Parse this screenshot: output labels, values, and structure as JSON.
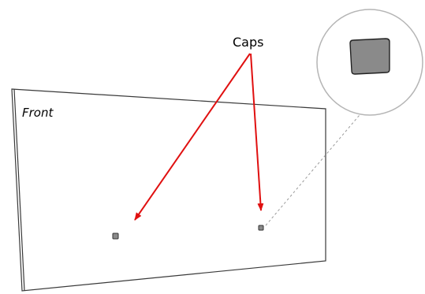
{
  "panel": {
    "face_label": "Front"
  },
  "callout": {
    "label": "Caps"
  },
  "colors": {
    "panel_stroke": "#3a3a3a",
    "arrow": "#e01010",
    "cap_fill": "#8a8a8a",
    "cap_stroke": "#333333",
    "magnifier_ring": "#b5b5b5",
    "leader_line": "#9a9a9a"
  },
  "icons": {
    "cap": "small-square-cap",
    "magnifier": "zoom-circle"
  }
}
